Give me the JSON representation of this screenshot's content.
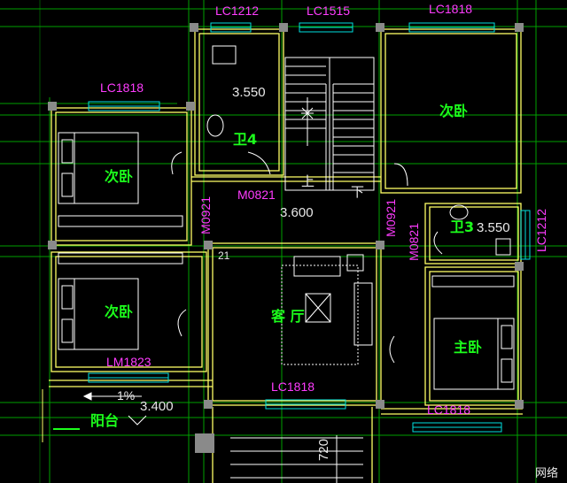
{
  "window_labels": {
    "lc1212_top": "LC1212",
    "lc1515_top": "LC1515",
    "lc1818_top_right": "LC1818",
    "lc1818_left_bedroom": "LC1818",
    "lc1818_living": "LC1818",
    "lc1818_master": "LC1818",
    "lc1212_right": "LC1212",
    "lm1823": "LM1823"
  },
  "door_labels": {
    "m0821_bath4": "M0821",
    "m0921_left": "M0921",
    "m0921_right": "M0921",
    "m0821_bath3": "M0821"
  },
  "room_labels": {
    "bedroom_top_left": "次卧",
    "bedroom_top_right": "次卧",
    "bedroom_bottom_left": "次卧",
    "master_bedroom": "主卧",
    "living_room": "客 厅",
    "bath_4": "卫4",
    "bath_3": "卫3",
    "balcony": "阳台"
  },
  "elevations": {
    "bath4": "3.550",
    "hall": "3.600",
    "bath3": "3.550",
    "balcony": "3.400"
  },
  "annotations": {
    "stair_up": "上",
    "stair_down": "下",
    "slope": "1%",
    "stair_width": "720",
    "corner_mark": "21",
    "corner_text": "网络"
  },
  "colors": {
    "wall": "#ffff66",
    "column": "#8a8a8a",
    "grid": "#00a600",
    "window": "#00e0e0",
    "furniture": "#ffffff",
    "label": "#ff3cff",
    "room": "#1cff1c"
  }
}
